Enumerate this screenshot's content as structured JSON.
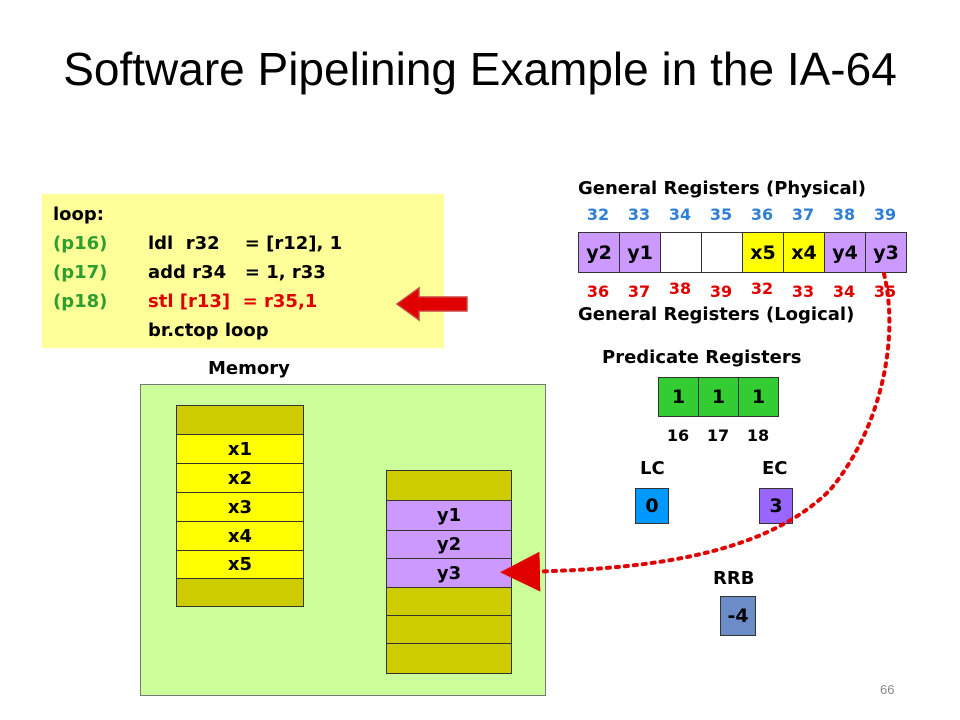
{
  "slide": {
    "title": "Software Pipelining Example in the IA-64",
    "page_number": "66"
  },
  "code": {
    "label": "loop:",
    "lines": [
      {
        "pred": "(p16)",
        "instr": "ldl  r32    = [r12], 1"
      },
      {
        "pred": "(p17)",
        "instr": "add r34   = 1, r33"
      },
      {
        "pred": "(p18)",
        "instr": "stl [r13]  = r35,1"
      },
      {
        "pred": "",
        "instr": "br.ctop loop"
      }
    ]
  },
  "registers": {
    "physical_label": "General Registers (Physical)",
    "logical_label": "General Registers (Logical)",
    "physical_numbers": [
      "32",
      "33",
      "34",
      "35",
      "36",
      "37",
      "38",
      "39"
    ],
    "values": [
      "y2",
      "y1",
      "",
      "",
      "x5",
      "x4",
      "y4",
      "y3"
    ],
    "logical_numbers": [
      "36",
      "37",
      "38",
      "39",
      "32",
      "33",
      "34",
      "35"
    ]
  },
  "predicate": {
    "label": "Predicate Registers",
    "values": [
      "1",
      "1",
      "1"
    ],
    "numbers": [
      "16",
      "17",
      "18"
    ]
  },
  "lc": {
    "label": "LC",
    "value": "0"
  },
  "ec": {
    "label": "EC",
    "value": "3"
  },
  "rrb": {
    "label": "RRB",
    "value": "-4"
  },
  "memory": {
    "label": "Memory",
    "x_array": [
      "",
      "x1",
      "x2",
      "x3",
      "x4",
      "x5",
      ""
    ],
    "y_array": [
      "",
      "y1",
      "y2",
      "y3",
      "",
      "",
      ""
    ]
  },
  "colors": {
    "yellow": "#ffff00",
    "olive": "#cccc00",
    "lavender": "#cc99ff",
    "green_cell": "#33cc33",
    "blue_cell": "#0099ff",
    "purple_cell": "#9966ff",
    "slate_cell": "#6b8cc7",
    "memory_bg": "#ccff99",
    "code_bg": "#ffff99",
    "red": "#e00000",
    "blue_text": "#2f7fd6",
    "green_text": "#2e9e2e"
  }
}
